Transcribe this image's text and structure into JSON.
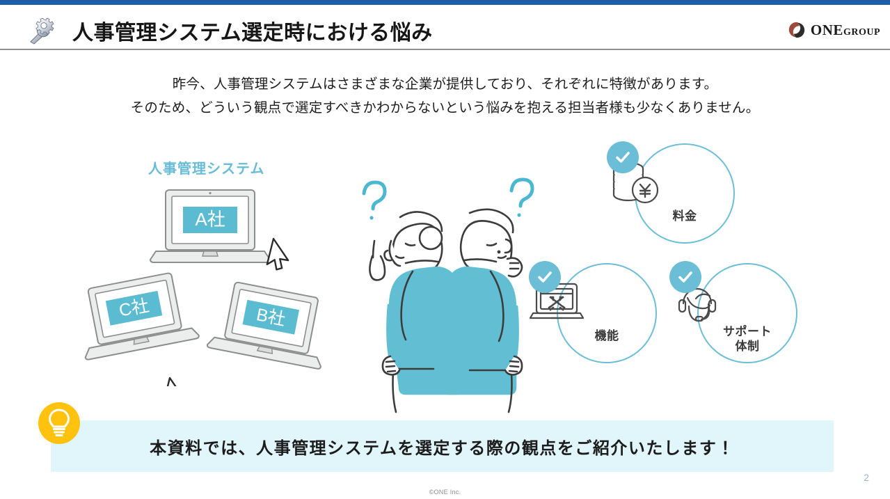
{
  "document": {
    "page_number": "2",
    "copyright": "©ONE Inc."
  },
  "header": {
    "title": "人事管理システム選定時における悩み",
    "title_icon": "gear-wrench-icon",
    "brand": {
      "mark": "swirl-logo-icon",
      "name": "ONE",
      "suffix": "GROUP"
    }
  },
  "lead": {
    "line1": "昨今、人事管理システムはさまざまな企業が提供しており、それぞれに特徴があります。",
    "line2": "そのため、どういう観点で選定すべきかわからないという悩みを抱える担当者様も少なくありません。"
  },
  "systems": {
    "label": "人事管理システム",
    "laptops": [
      {
        "name": "A社"
      },
      {
        "name": "B社"
      },
      {
        "name": "C社"
      }
    ],
    "cursor_icon": "mouse-cursor-icon"
  },
  "people": {
    "left_person_icon": "thinking-woman-icon",
    "right_person_icon": "thinking-man-icon",
    "question_mark": "?"
  },
  "criteria": [
    {
      "label": "料金",
      "icon": "coins-yen-icon",
      "check": "check-icon"
    },
    {
      "label": "機能",
      "icon": "laptop-tools-icon",
      "check": "check-icon"
    },
    {
      "label": "サポート\n体制",
      "label_line1": "サポート",
      "label_line2": "体制",
      "icon": "headset-support-icon",
      "check": "check-icon"
    }
  ],
  "banner": {
    "icon": "lightbulb-icon",
    "text": "本資料では、人事管理システムを選定する際の観点をご紹介いたします！"
  },
  "colors": {
    "topbar_blue": "#1e5ea8",
    "teal": "#6cbed6",
    "teal_screen": "#5bbcd1",
    "banner_bg": "#e1f6fb",
    "bulb_yellow": "#ffc20e",
    "brand_red": "#9e4a3c",
    "line_gray": "#4a4a4a"
  }
}
